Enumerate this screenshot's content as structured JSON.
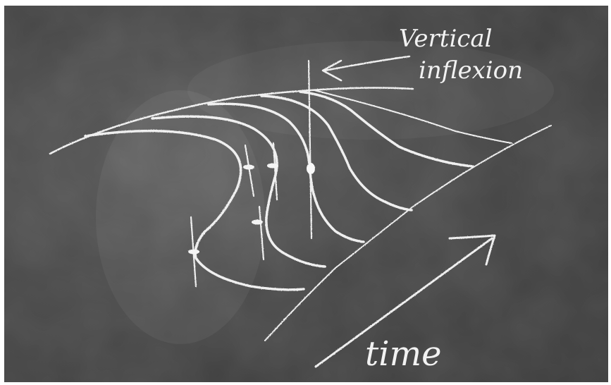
{
  "board": {
    "surface_color": "#454545",
    "chalk_color": "#efefef"
  },
  "labels": {
    "vertical_line1": "Vertical",
    "vertical_line2": "inflexion",
    "time": "time"
  }
}
